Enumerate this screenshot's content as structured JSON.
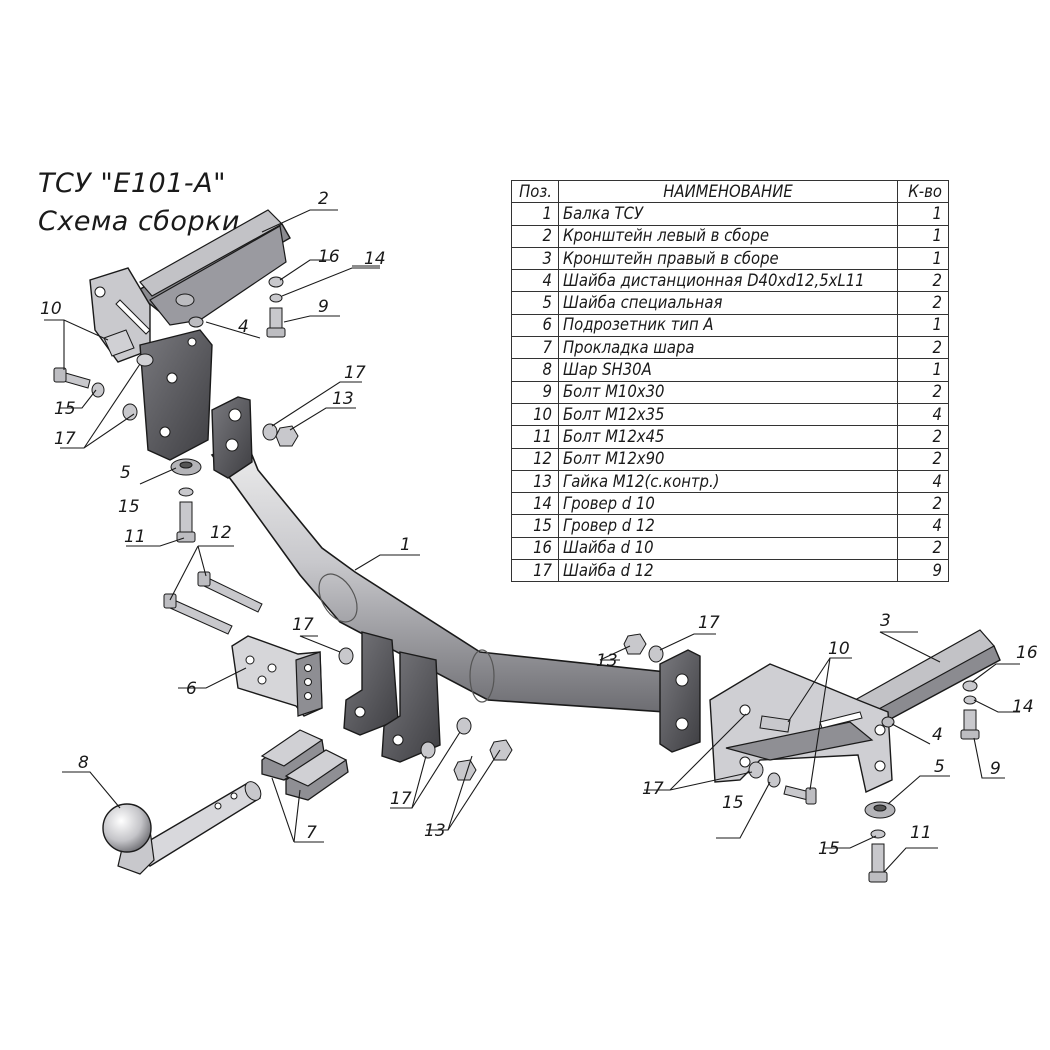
{
  "title": {
    "line1": "ТСУ \"E101-A\"",
    "line2": "Схема сборки"
  },
  "table": {
    "headers": {
      "pos": "Поз.",
      "name": "НАИМЕНОВАНИЕ",
      "qty": "К-во"
    },
    "rows": [
      {
        "pos": "1",
        "name": "Балка ТСУ",
        "qty": "1"
      },
      {
        "pos": "2",
        "name": "Кронштейн левый в сборе",
        "qty": "1"
      },
      {
        "pos": "3",
        "name": "Кронштейн правый в сборе",
        "qty": "1"
      },
      {
        "pos": "4",
        "name": "Шайба дистанционная D40xd12,5xL11",
        "qty": "2"
      },
      {
        "pos": "5",
        "name": "Шайба специальная",
        "qty": "2"
      },
      {
        "pos": "6",
        "name": "Подрозетник тип А",
        "qty": "1"
      },
      {
        "pos": "7",
        "name": "Прокладка шара",
        "qty": "2"
      },
      {
        "pos": "8",
        "name": "Шар SH30A",
        "qty": "1"
      },
      {
        "pos": "9",
        "name": "Болт М10x30",
        "qty": "2"
      },
      {
        "pos": "10",
        "name": "Болт М12x35",
        "qty": "4"
      },
      {
        "pos": "11",
        "name": "Болт М12x45",
        "qty": "2"
      },
      {
        "pos": "12",
        "name": "Болт М12x90",
        "qty": "2"
      },
      {
        "pos": "13",
        "name": "Гайка М12(с.контр.)",
        "qty": "4"
      },
      {
        "pos": "14",
        "name": "Гровер d 10",
        "qty": "2"
      },
      {
        "pos": "15",
        "name": "Гровер d 12",
        "qty": "4"
      },
      {
        "pos": "16",
        "name": "Шайба d 10",
        "qty": "2"
      },
      {
        "pos": "17",
        "name": "Шайба d 12",
        "qty": "9"
      }
    ]
  },
  "callouts": {
    "c1": "1",
    "c2": "2",
    "c3": "3",
    "c4_left": "4",
    "c4_right": "4",
    "c5_left": "5",
    "c5_right": "5",
    "c6": "6",
    "c7": "7",
    "c8": "8",
    "c9_left": "9",
    "c9_right": "9",
    "c10_left": "10",
    "c10_right": "10",
    "c11_left": "11",
    "c11_right": "11",
    "c12": "12",
    "c13_top": "13",
    "c13_right": "13",
    "c13_bottom": "13",
    "c14_left": "14",
    "c14_right": "14",
    "c15_left": "15",
    "c15_left2": "15",
    "c15_right": "15",
    "c15_right2": "15",
    "c16_left": "16",
    "c16_right": "16",
    "c17_left": "17",
    "c17_top": "17",
    "c17_mid": "17",
    "c17_right": "17",
    "c17_bottom": "17",
    "c17_rightb": "17"
  },
  "colors": {
    "metal_light": "#d6d6d9",
    "metal_mid": "#a7a7ab",
    "metal_dark": "#4a4a4e",
    "line": "#1a1a1a"
  }
}
